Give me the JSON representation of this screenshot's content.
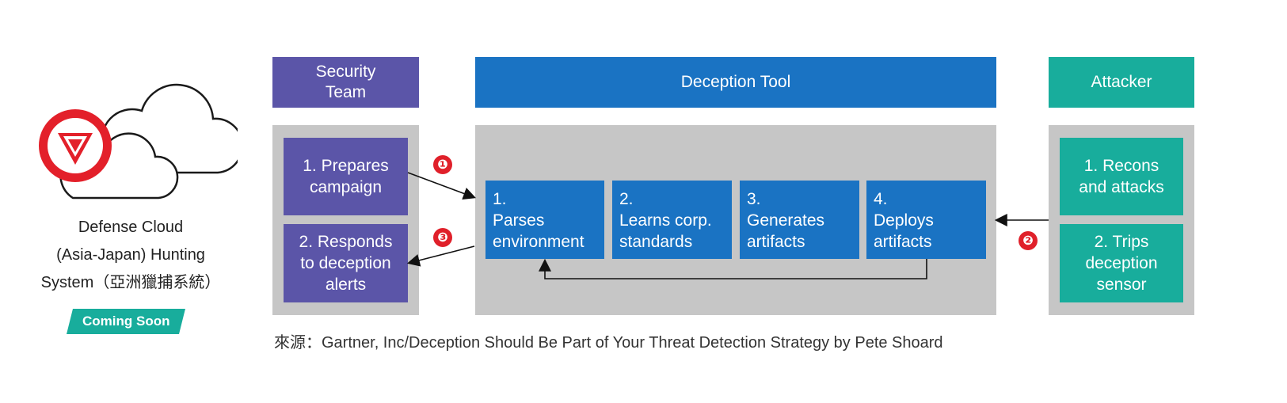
{
  "product": {
    "name_lines": [
      "Defense Cloud",
      "(Asia-Japan) Hunting",
      "System（亞洲獵捕系統）"
    ],
    "badge": "Coming Soon"
  },
  "columns": {
    "security_team": {
      "header": "Security\nTeam",
      "steps": [
        "1. Prepares\ncampaign",
        "2. Responds\nto deception\nalerts"
      ]
    },
    "deception_tool": {
      "header": "Deception Tool",
      "steps": [
        "1.\nParses\nenvironment",
        "2.\nLearns corp.\nstandards",
        "3.\nGenerates\nartifacts",
        "4.\nDeploys\nartifacts"
      ]
    },
    "attacker": {
      "header": "Attacker",
      "steps": [
        "1. Recons\nand attacks",
        "2. Trips\ndeception\nsensor"
      ]
    }
  },
  "flow_markers": [
    "❶",
    "❷",
    "❸"
  ],
  "colors": {
    "security_team": "#5b55a8",
    "deception_tool": "#1a73c3",
    "attacker": "#18ad9c",
    "panel": "#c6c6c6",
    "marker": "#e0202a"
  },
  "source": "來源：Gartner, Inc/Deception Should Be Part of Your Threat Detection Strategy by Pete Shoard"
}
